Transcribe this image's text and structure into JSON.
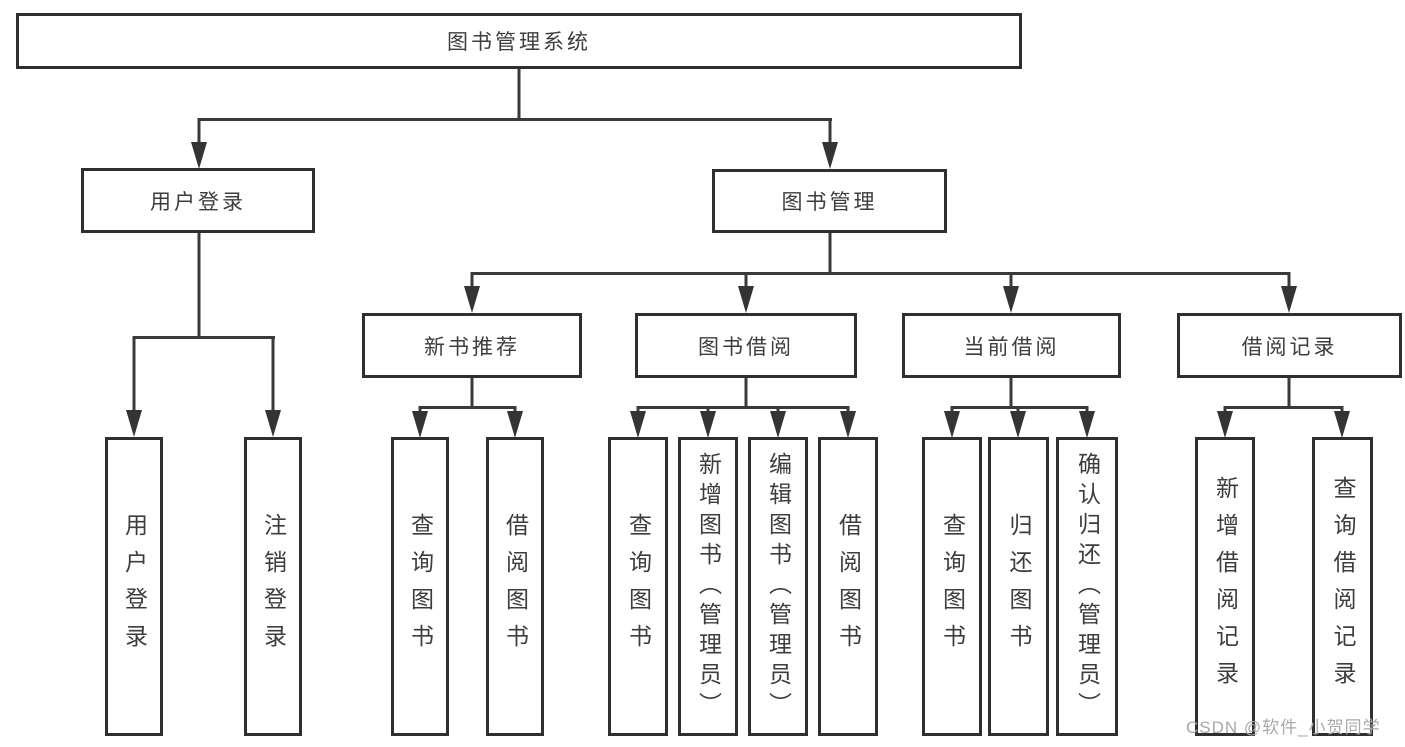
{
  "diagram": {
    "type": "hierarchy-flowchart",
    "colors": {
      "background": "#ffffff",
      "box_border": "#2f2f2f",
      "connector_line": "#3a3a3a",
      "text": "#3d3d3d",
      "watermark": "#a9a9a9"
    },
    "tree": {
      "root": {
        "label": "图书管理系统",
        "children": [
          {
            "label": "用户登录",
            "children": [
              {
                "label": "用户登录"
              },
              {
                "label": "注销登录"
              }
            ]
          },
          {
            "label": "图书管理",
            "children": [
              {
                "label": "新书推荐",
                "children": [
                  {
                    "label": "查询图书"
                  },
                  {
                    "label": "借阅图书"
                  }
                ]
              },
              {
                "label": "图书借阅",
                "children": [
                  {
                    "label": "查询图书"
                  },
                  {
                    "label": "新增图书（管理员）"
                  },
                  {
                    "label": "编辑图书（管理员）"
                  },
                  {
                    "label": "借阅图书"
                  }
                ]
              },
              {
                "label": "当前借阅",
                "children": [
                  {
                    "label": "查询图书"
                  },
                  {
                    "label": "归还图书"
                  },
                  {
                    "label": "确认归还（管理员）"
                  }
                ]
              },
              {
                "label": "借阅记录",
                "children": [
                  {
                    "label": "新增借阅记录"
                  },
                  {
                    "label": "查询借阅记录"
                  }
                ]
              }
            ]
          }
        ]
      }
    },
    "watermark": {
      "text": "CSDN @软件_小贺同学"
    }
  }
}
